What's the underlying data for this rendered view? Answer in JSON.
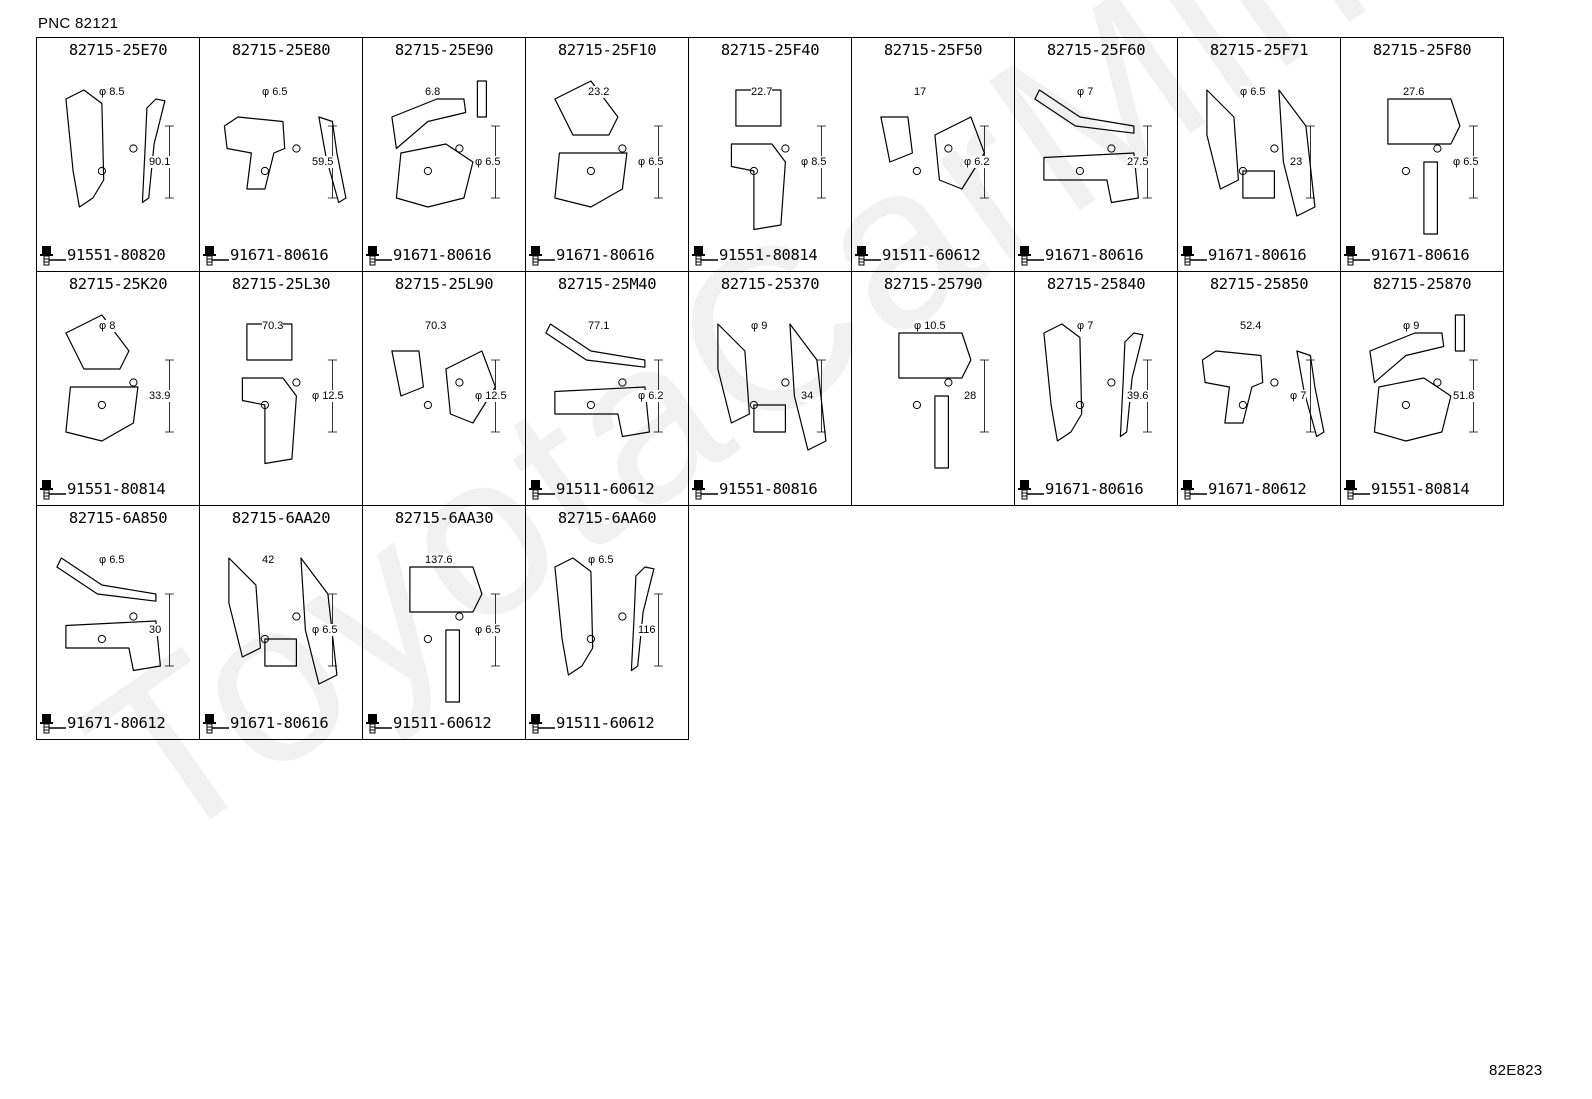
{
  "header": {
    "pnc": "PNC 82121"
  },
  "footer": {
    "ref": "82E823"
  },
  "watermark": "ToyotaCarMine.ru",
  "rows": [
    [
      {
        "part": "82715-25E70",
        "bolt": "91551-80820",
        "dims": [
          "φ 8.5",
          "90.1"
        ]
      },
      {
        "part": "82715-25E80",
        "bolt": "91671-80616",
        "dims": [
          "φ 6.5",
          "59.5"
        ]
      },
      {
        "part": "82715-25E90",
        "bolt": "91671-80616",
        "dims": [
          "6.8",
          "φ 6.5"
        ]
      },
      {
        "part": "82715-25F10",
        "bolt": "91671-80616",
        "dims": [
          "23.2",
          "φ 6.5"
        ]
      },
      {
        "part": "82715-25F40",
        "bolt": "91551-80814",
        "dims": [
          "22.7",
          "φ 8.5"
        ]
      },
      {
        "part": "82715-25F50",
        "bolt": "91511-60612",
        "dims": [
          "17",
          "φ 6.2"
        ]
      },
      {
        "part": "82715-25F60",
        "bolt": "91671-80616",
        "dims": [
          "φ 7",
          "27.5"
        ]
      },
      {
        "part": "82715-25F71",
        "bolt": "91671-80616",
        "dims": [
          "φ 6.5",
          "23"
        ]
      },
      {
        "part": "82715-25F80",
        "bolt": "91671-80616",
        "dims": [
          "27.6",
          "φ 6.5"
        ]
      }
    ],
    [
      {
        "part": "82715-25K20",
        "bolt": "91551-80814",
        "dims": [
          "φ 8",
          "33.9"
        ]
      },
      {
        "part": "82715-25L30",
        "bolt": "",
        "dims": [
          "70.3",
          "φ 12.5"
        ]
      },
      {
        "part": "82715-25L90",
        "bolt": "",
        "dims": [
          "70.3",
          "φ 12.5"
        ]
      },
      {
        "part": "82715-25M40",
        "bolt": "91511-60612",
        "dims": [
          "77.1",
          "φ 6.2"
        ]
      },
      {
        "part": "82715-25370",
        "bolt": "91551-80816",
        "dims": [
          "φ 9",
          "34"
        ]
      },
      {
        "part": "82715-25790",
        "bolt": "",
        "dims": [
          "φ 10.5",
          "28"
        ]
      },
      {
        "part": "82715-25840",
        "bolt": "91671-80616",
        "dims": [
          "φ 7",
          "39.6"
        ]
      },
      {
        "part": "82715-25850",
        "bolt": "91671-80612",
        "dims": [
          "52.4",
          "φ 7"
        ]
      },
      {
        "part": "82715-25870",
        "bolt": "91551-80814",
        "dims": [
          "φ 9",
          "51.8"
        ]
      }
    ],
    [
      {
        "part": "82715-6A850",
        "bolt": "91671-80612",
        "dims": [
          "φ 6.5",
          "30"
        ]
      },
      {
        "part": "82715-6AA20",
        "bolt": "91671-80616",
        "dims": [
          "42",
          "φ 6.5"
        ]
      },
      {
        "part": "82715-6AA30",
        "bolt": "91511-60612",
        "dims": [
          "137.6",
          "φ 6.5"
        ]
      },
      {
        "part": "82715-6AA60",
        "bolt": "91511-60612",
        "dims": [
          "φ 6.5",
          "116"
        ]
      }
    ]
  ]
}
